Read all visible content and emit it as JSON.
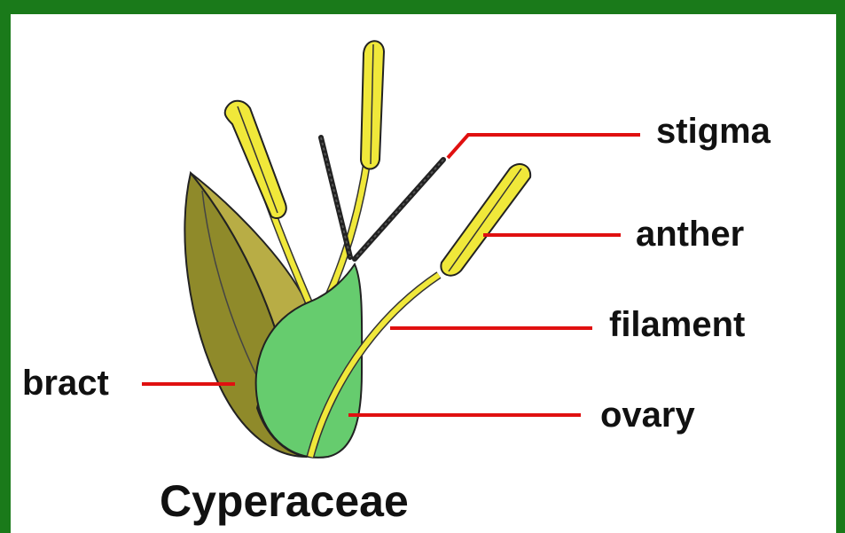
{
  "diagram": {
    "title": "Cyperaceae",
    "labels": {
      "stigma": "stigma",
      "anther": "anther",
      "filament": "filament",
      "ovary": "ovary",
      "bract": "bract"
    },
    "colors": {
      "frame": "#1a7a1a",
      "leader_line": "#e01010",
      "ovary_fill": "#66cc6e",
      "bract_fill": "#b0a43a",
      "anther_fill": "#f0e83a",
      "stigma": "#222222"
    }
  }
}
